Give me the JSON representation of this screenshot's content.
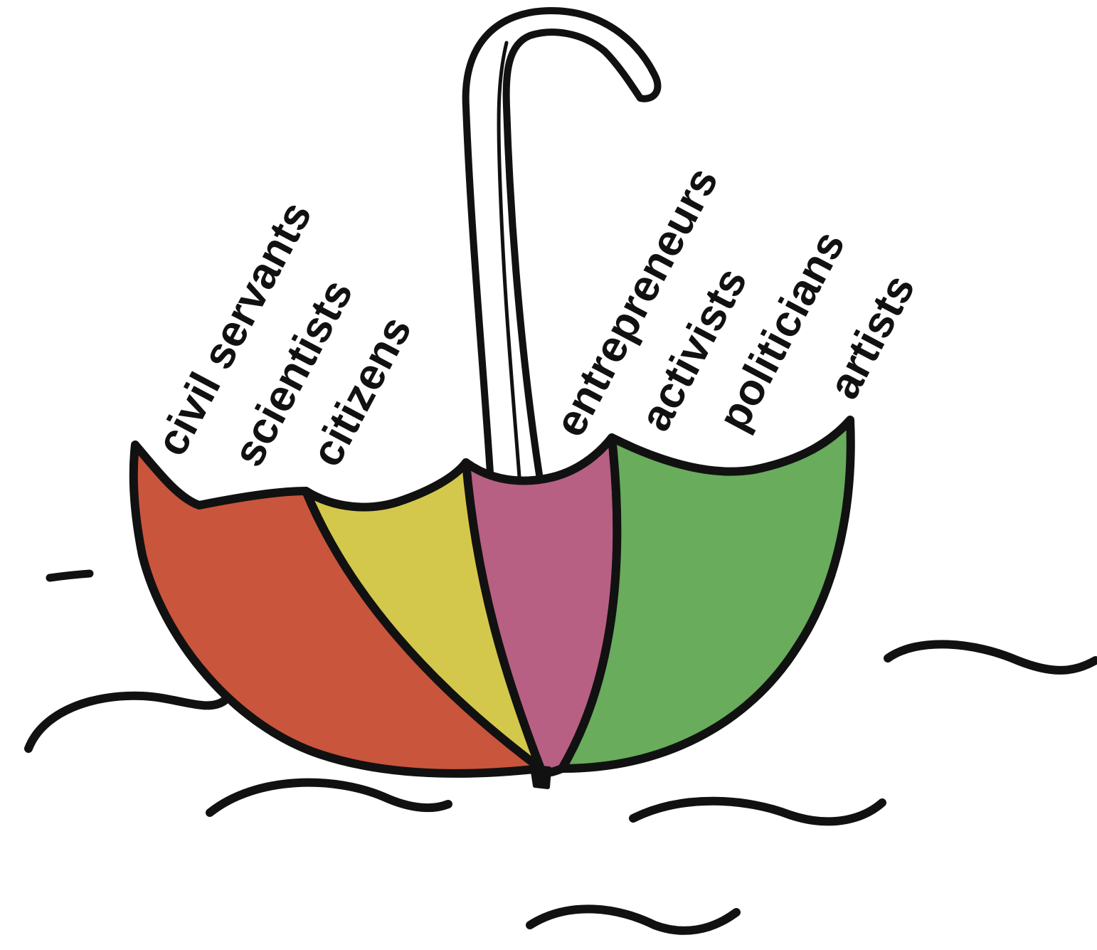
{
  "illustration": {
    "subject": "umbrella-upside-down-on-water",
    "colors": {
      "outline": "#111111",
      "panel_red": "#c9553d",
      "panel_yellow": "#d4c84c",
      "panel_pink": "#b76083",
      "panel_green": "#68ac5c",
      "background": "#ffffff"
    },
    "left_labels": [
      "civil servants",
      "scientists",
      "citizens"
    ],
    "right_labels": [
      "entrepreneurs",
      "activists",
      "politicians",
      "artists"
    ]
  }
}
